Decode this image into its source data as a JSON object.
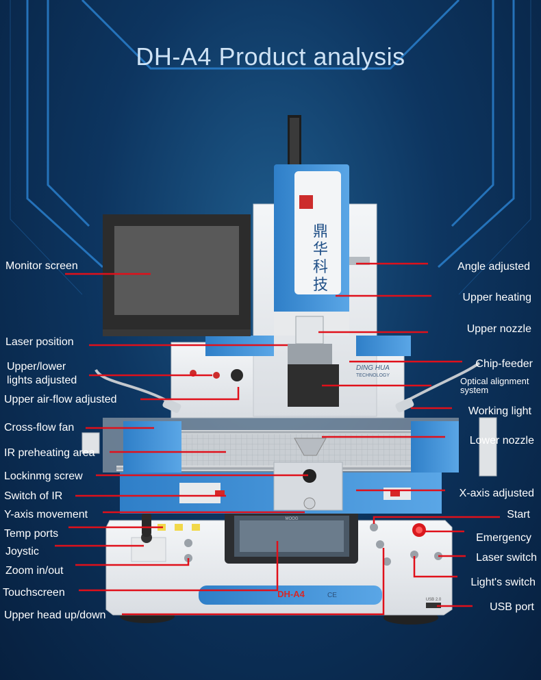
{
  "title": "DH-A4 Product analysis",
  "brand": {
    "chinese_name": "鼎华科技",
    "side_name": "DING HUA",
    "side_sub": "TECHNOLOGY",
    "model": "DH-A4",
    "ce": "CE",
    "touch_logo": "MOOG",
    "usb_mark": "USB 2.0"
  },
  "labels_left": [
    "Monitor screen",
    "Laser position",
    "Upper/lower lights adjusted",
    "Upper air-flow adjusted",
    "Cross-flow fan",
    "IR preheating area",
    "Lockinmg screw",
    "Switch of IR",
    "Y-axis movement",
    "Temp ports",
    "Joystic",
    "Zoom in/out",
    "Touchscreen",
    "Upper head up/down"
  ],
  "labels_right": [
    "Angle adjusted",
    "Upper heating",
    "Upper nozzle",
    "Chip-feeder",
    "Optical alignment system",
    "Working light",
    "Lower nozzle",
    "X-axis adjusted",
    "Start",
    "Emergency",
    "Laser switch",
    "Light's switch",
    "USB port"
  ],
  "colors": {
    "accent_blue": "#3c8fd6",
    "callout_red": "#e0101a",
    "background": "#0d3560"
  }
}
